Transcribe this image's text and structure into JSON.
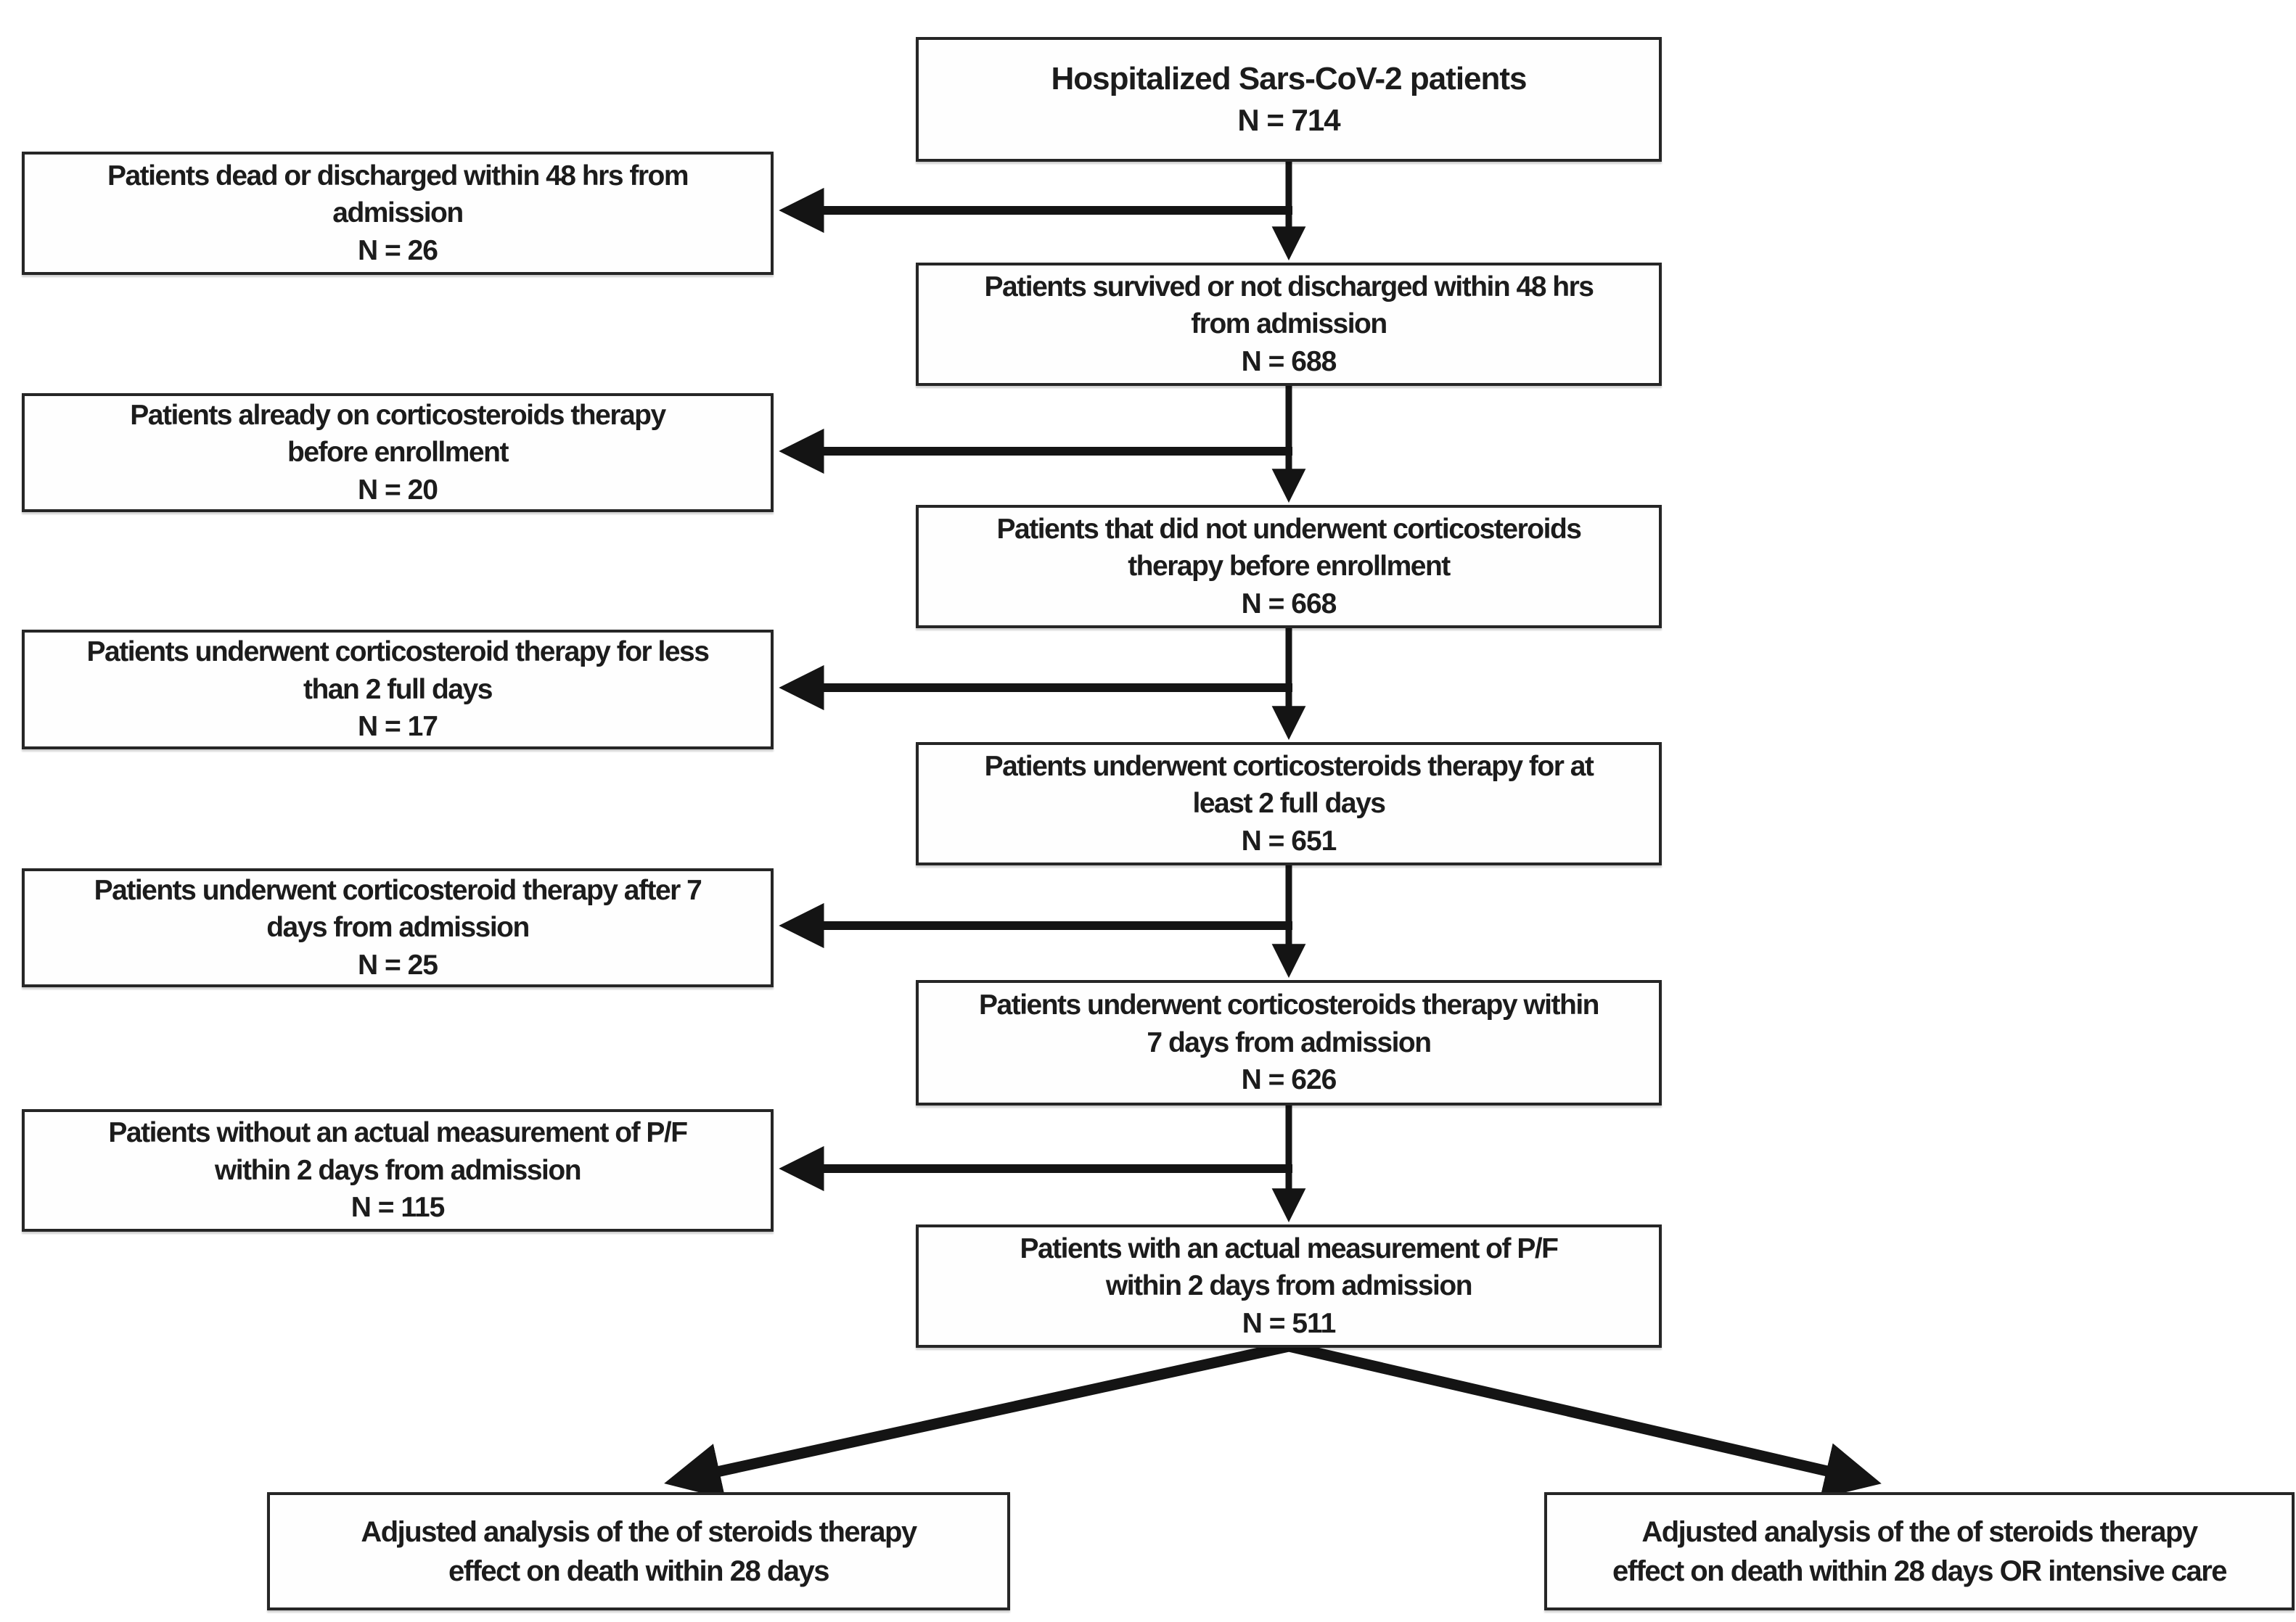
{
  "figure": {
    "description": "Patient enrollment flowchart for hospitalized Sars-CoV-2 corticosteroids therapy study",
    "colors": {
      "background": "#ffffff",
      "box_border": "#262626",
      "ink": "#1c1c1c",
      "arrow": "#141414"
    },
    "main": [
      {
        "text": "Hospitalized Sars-CoV-2 patients",
        "n": "N = 714"
      },
      {
        "text": "Patients survived or not discharged within 48 hrs\nfrom admission",
        "n": "N = 688"
      },
      {
        "text": "Patients that did not underwent corticosteroids\ntherapy before enrollment",
        "n": "N = 668"
      },
      {
        "text": "Patients underwent corticosteroids therapy for at\nleast 2 full days",
        "n": "N = 651"
      },
      {
        "text": "Patients underwent corticosteroids therapy within\n7 days from admission",
        "n": "N = 626"
      },
      {
        "text": "Patients with an actual measurement of P/F\nwithin 2 days from admission",
        "n": "N = 511"
      }
    ],
    "excluded": [
      {
        "text": "Patients dead or discharged within 48 hrs from\nadmission",
        "n": "N = 26"
      },
      {
        "text": "Patients already on corticosteroids therapy\nbefore enrollment",
        "n": "N = 20"
      },
      {
        "text": "Patients underwent corticosteroid therapy for less\nthan 2 full days",
        "n": "N = 17"
      },
      {
        "text": "Patients underwent corticosteroid therapy after 7\ndays from admission",
        "n": "N = 25"
      },
      {
        "text": "Patients without an actual measurement of P/F\nwithin 2 days from admission",
        "n": "N = 115"
      }
    ],
    "outcomes": [
      {
        "text": "Adjusted analysis of the of steroids therapy\neffect on death within 28 days"
      },
      {
        "text": "Adjusted analysis of the of steroids therapy\neffect on death within 28 days OR intensive care"
      }
    ]
  }
}
